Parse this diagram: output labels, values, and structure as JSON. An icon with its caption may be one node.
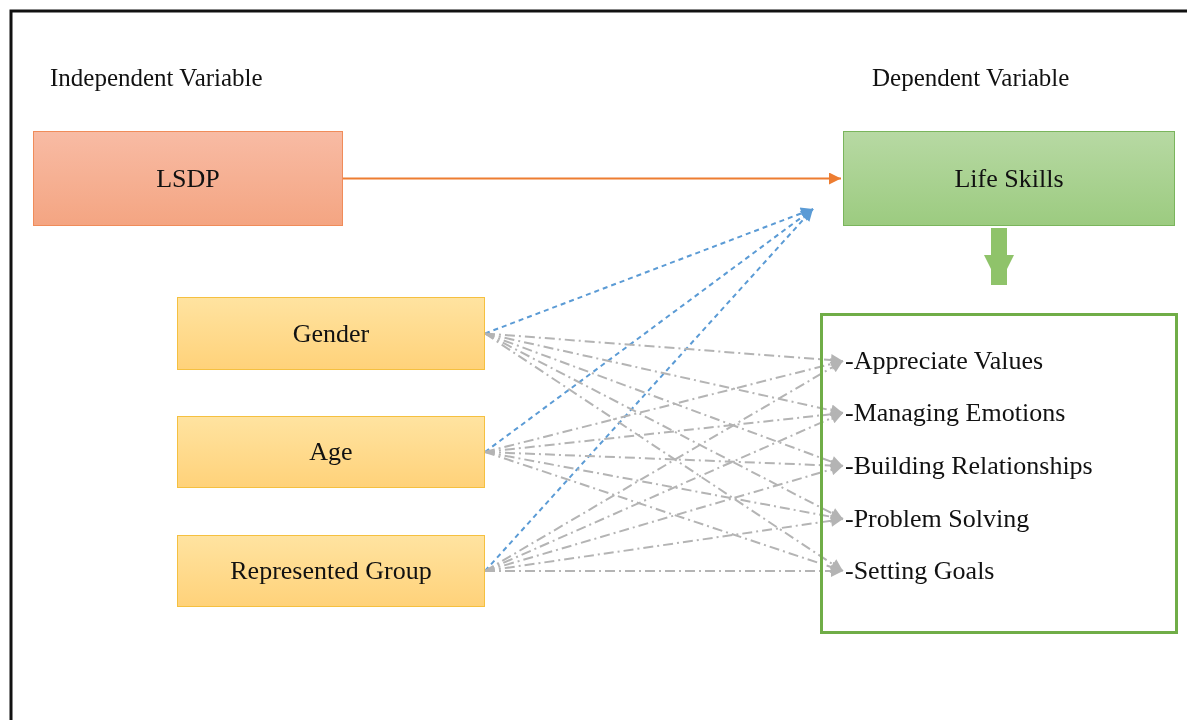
{
  "diagram": {
    "nodes": [
      {
        "text": [
          "LSDP"
        ]
      },
      {
        "text": [
          "Life Skills"
        ]
      },
      {
        "text": [
          "Gender"
        ]
      },
      {
        "text": [
          "Age"
        ]
      },
      {
        "text": [
          "Represented Group"
        ]
      },
      {
        "text": [],
        "shape": "box"
      },
      {
        "text": [
          "-Appreciate Values"
        ],
        "in": 5
      },
      {
        "text": [
          "-Managing Emotions"
        ],
        "in": 5
      },
      {
        "text": [
          "-Building Relationships"
        ],
        "in": 5
      },
      {
        "text": [
          "-Problem Solving"
        ],
        "in": 5
      },
      {
        "text": [
          "-Setting Goals"
        ],
        "in": 5
      }
    ],
    "edges": [
      {
        "from": 0,
        "to": 1,
        "arrow": "to",
        "color": "#ed7d31"
      },
      {
        "from": 1,
        "to": 5,
        "arrow": "to",
        "style": "thick",
        "color": "#8fc36a"
      },
      {
        "from": 2,
        "to": 1,
        "arrow": "to",
        "style": "dashed",
        "color": "#5b9bd5"
      },
      {
        "from": 3,
        "to": 1,
        "arrow": "to",
        "style": "dashed",
        "color": "#5b9bd5"
      },
      {
        "from": 4,
        "to": 1,
        "arrow": "to",
        "style": "dashed",
        "color": "#5b9bd5"
      },
      {
        "from": 2,
        "to": 6,
        "arrow": "to",
        "style": "dashed"
      },
      {
        "from": 2,
        "to": 7,
        "arrow": "to",
        "style": "dashed"
      },
      {
        "from": 2,
        "to": 8,
        "arrow": "to",
        "style": "dashed"
      },
      {
        "from": 2,
        "to": 9,
        "arrow": "to",
        "style": "dashed"
      },
      {
        "from": 2,
        "to": 10,
        "arrow": "to",
        "style": "dashed"
      },
      {
        "from": 3,
        "to": 6,
        "arrow": "to",
        "style": "dashed"
      },
      {
        "from": 3,
        "to": 7,
        "arrow": "to",
        "style": "dashed"
      },
      {
        "from": 3,
        "to": 8,
        "arrow": "to",
        "style": "dashed"
      },
      {
        "from": 3,
        "to": 9,
        "arrow": "to",
        "style": "dashed"
      },
      {
        "from": 3,
        "to": 10,
        "arrow": "to",
        "style": "dashed"
      },
      {
        "from": 4,
        "to": 6,
        "arrow": "to",
        "style": "dashed"
      },
      {
        "from": 4,
        "to": 7,
        "arrow": "to",
        "style": "dashed"
      },
      {
        "from": 4,
        "to": 8,
        "arrow": "to",
        "style": "dashed"
      },
      {
        "from": 4,
        "to": 9,
        "arrow": "to",
        "style": "dashed"
      },
      {
        "from": 4,
        "to": 10,
        "arrow": "to",
        "style": "dashed"
      }
    ],
    "labels": [
      "Independent Variable",
      "Dependent Variable"
    ]
  }
}
